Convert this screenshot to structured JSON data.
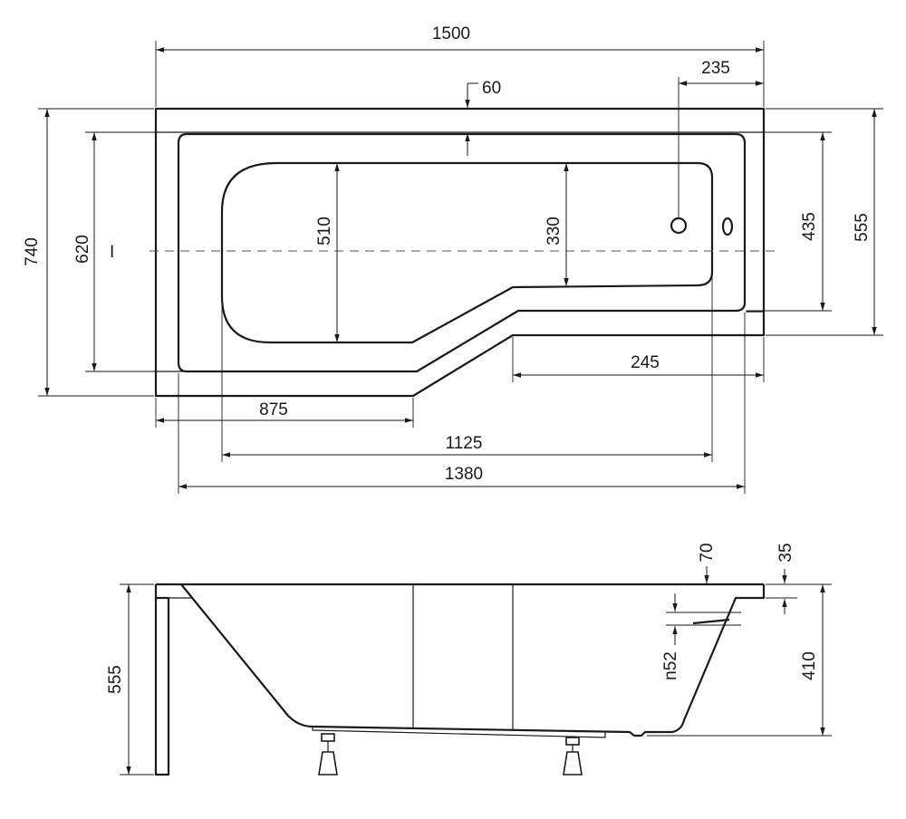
{
  "plan_view": {
    "dimensions": {
      "overall_length": "1500",
      "drain_offset": "235",
      "rim_width": "60",
      "overall_width": "740",
      "inner_width": "620",
      "basin_width_wide": "510",
      "basin_width_narrow": "330",
      "right_section_inner": "435",
      "right_section_outer": "555",
      "narrow_section_length": "245",
      "wide_section_length": "875",
      "basin_bottom_length": "1125",
      "inner_length": "1380"
    },
    "center_mark": "I"
  },
  "side_view": {
    "dimensions": {
      "total_height": "555",
      "rim_edge_height": "70",
      "lip_height": "35",
      "overflow": "n52",
      "basin_depth": "410"
    }
  },
  "colors": {
    "line": "#1a1a1a",
    "background": "#ffffff"
  }
}
